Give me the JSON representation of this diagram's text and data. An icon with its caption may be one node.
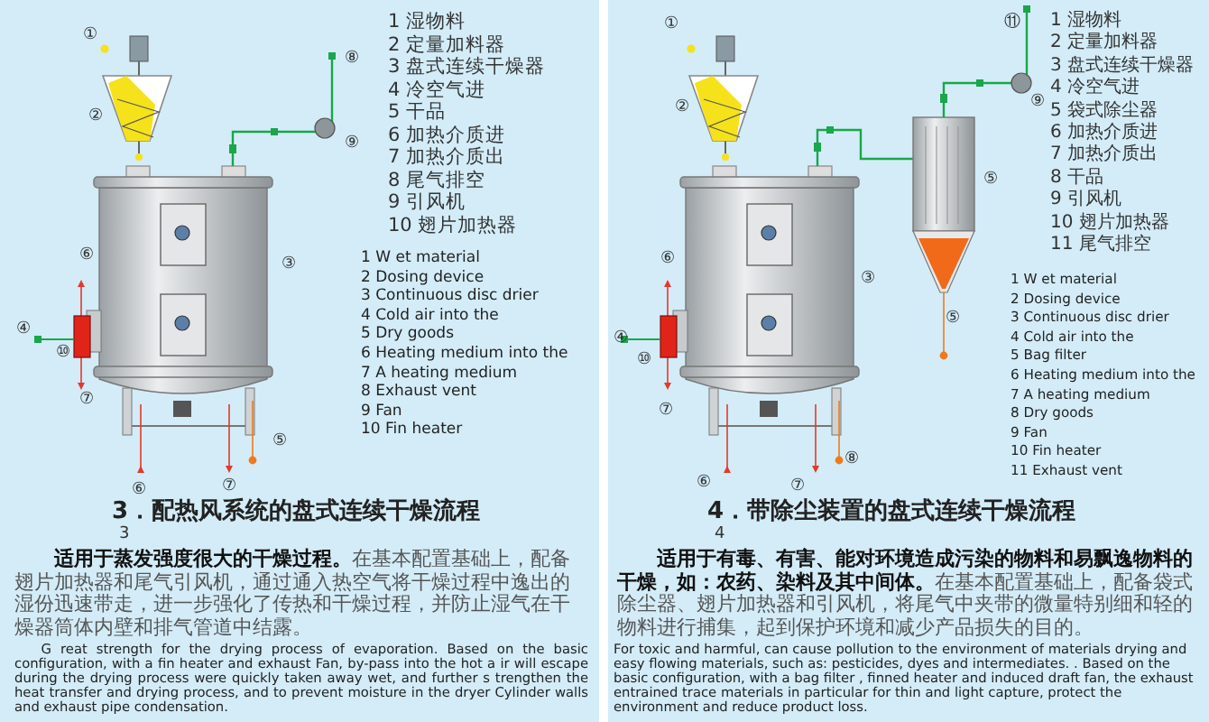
{
  "diagram": {
    "labels": [
      "①",
      "⑧",
      "②",
      "⑨",
      "⑥",
      "③",
      "④",
      "⑩",
      "⑦",
      "⑤",
      "⑥",
      "⑦",
      "1 湿物料",
      "2 定量加料器",
      "3 盘式连续干燥器",
      "4 冷空气进",
      "5 干品",
      "6 加热介质进",
      "7 加热介质出",
      "8 尾气排空",
      "9 引风机",
      "10 翅片加热器",
      "1 W et material",
      "2 Dosing device",
      "3 Continuous disc drier",
      "4 Cold air into the",
      "5 Dry goods",
      "6 Heating medium into the",
      "7 A heating medium",
      "8 Exhaust vent",
      "9 Fan",
      "10 Fin heater",
      "3．配热风系统的盘式连续干燥流程",
      "3",
      "**适用于蒸发强度很大的干燥过程。**在基本配置基础上，配备翅片加热器和尾气引风机，通过通入热空气将干燥过程中逸出的湿份迅速带走，进一步强化了传热和干燥过程，并防止湿气在干燥器筒体内壁和排气管道中结露。",
      "G reat strength for the drying process of evaporation. Based on the basic configuration, with a fin heater and exhaust Fan, by-pass into the hot a ir will escape during the drying process were quickly taken away wet, and further s trengthen the heat transfer and drying process, and to prevent moisture in the dryer Cylinder walls and exhaust pipe condensation.",
      "⑪",
      "①",
      "⑨",
      "②",
      "⑤",
      "⑥",
      "③",
      "⑤",
      "④",
      "⑩",
      "⑦",
      "⑧",
      "⑥",
      "⑦",
      "1 湿物料",
      "2 定量加料器",
      "3 盘式连续干燥器",
      "4 冷空气进",
      "5 袋式除尘器",
      "6 加热介质进",
      "7 加热介质出",
      "8 干品",
      "9 引风机",
      "10 翅片加热器",
      "11 尾气排空",
      "1 W et material",
      "2 Dosing device",
      "3 Continuous disc drier",
      "4 Cold air into the",
      "5 Bag filter",
      "6 Heating medium into the",
      "7 A heating medium",
      "8 Dry goods",
      "9 Fan",
      "10 Fin heater",
      "11 Exhaust vent",
      "4．带除尘装置的盘式连续干燥流程",
      "4",
      "**适用于有毒、有害、能对环境造成污染的物料和易飘逸物料的干燥，如：农药、染料及其中间体。**在基本配置基础上，配备袋式除尘器、翅片加热器和引风机，将尾气中夹带的微量特别细和轻的物料进行捕集，起到保护环境和减少产品损失的目的。",
      "For toxic and harmful, can cause pollution to the environment of materials drying and easy flowing materials, such as: pesticides, dyes and intermediates. . Based on the basic configuration, with a bag filter , finned heater and induced draft fan, the exhaust entrained trace materials in particular for thin and light capture, protect the environment and reduce product loss."
    ]
  }
}
